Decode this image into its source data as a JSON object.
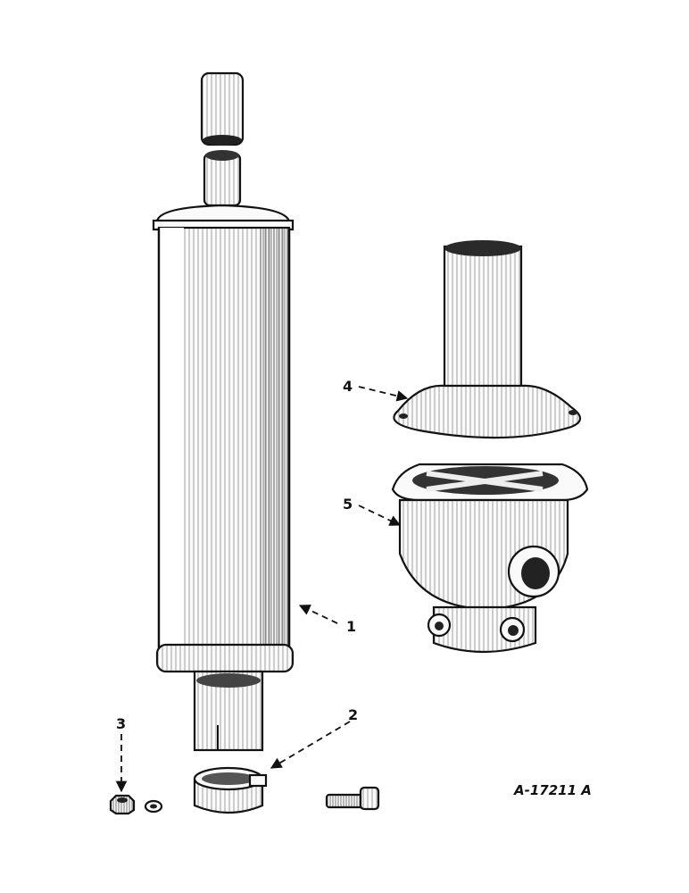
{
  "callouts": {
    "c1": "1",
    "c2": "2",
    "c3": "3",
    "c4": "4",
    "c5": "5"
  },
  "figure_id": "A-17211 A"
}
